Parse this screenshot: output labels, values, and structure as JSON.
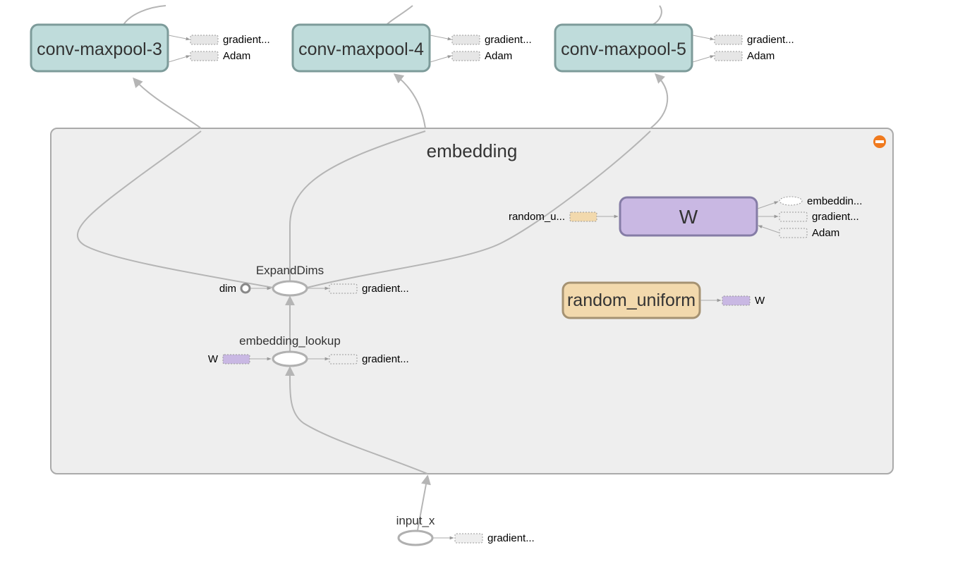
{
  "colors": {
    "conv_fill": "#bfdcdb",
    "conv_stroke": "#7d9b9a",
    "embedding_bg": "#eeeeee",
    "embedding_stroke": "#aaaaaa",
    "w_fill": "#c9b8e3",
    "w_stroke": "#857ca6",
    "random_fill": "#f2d9ad",
    "random_stroke": "#a59272",
    "stub_fill": "#e6e6e6",
    "edge": "#b5b5b5",
    "collapse_button": "#f07a1e"
  },
  "top_nodes": [
    {
      "label": "conv-maxpool-3",
      "aux": [
        "gradient...",
        "Adam"
      ]
    },
    {
      "label": "conv-maxpool-4",
      "aux": [
        "gradient...",
        "Adam"
      ]
    },
    {
      "label": "conv-maxpool-5",
      "aux": [
        "gradient...",
        "Adam"
      ]
    }
  ],
  "embedding": {
    "title": "embedding",
    "collapse_icon": "minus-circle-icon",
    "expand_dims": {
      "label": "ExpandDims",
      "input_label": "dim",
      "aux": "gradient..."
    },
    "embedding_lookup": {
      "label": "embedding_lookup",
      "input_label": "W",
      "aux": "gradient..."
    },
    "w_node": {
      "label": "W",
      "input_label": "random_u...",
      "aux": [
        "embeddin...",
        "gradient...",
        "Adam"
      ]
    },
    "random_uniform": {
      "label": "random_uniform",
      "aux": "W"
    }
  },
  "input_x": {
    "label": "input_x",
    "aux": "gradient..."
  }
}
